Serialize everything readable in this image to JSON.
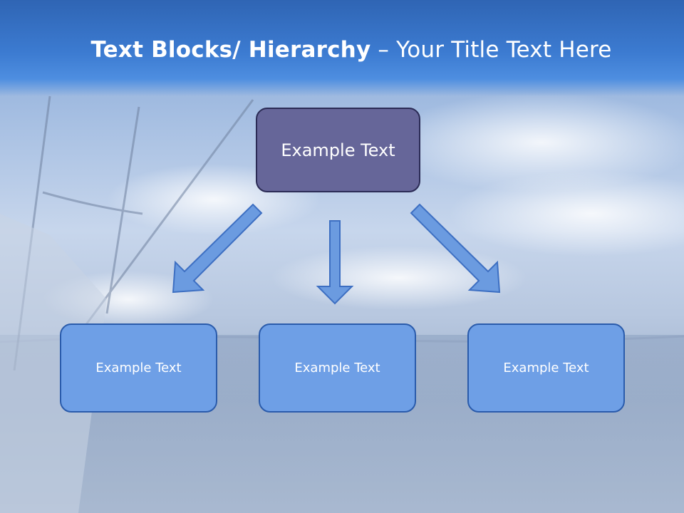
{
  "slide": {
    "title_bold": "Text Blocks/ Hierarchy",
    "title_separator": " – ",
    "title_regular": "Your Title Text Here"
  },
  "diagram": {
    "top_box": "Example Text",
    "children": [
      "Example Text",
      "Example Text",
      "Example Text"
    ]
  },
  "colors": {
    "header": "#3c7bd1",
    "top_box_fill": "#666699",
    "child_box_fill": "#6e9fe6",
    "arrow_fill": "#6b9be0"
  }
}
